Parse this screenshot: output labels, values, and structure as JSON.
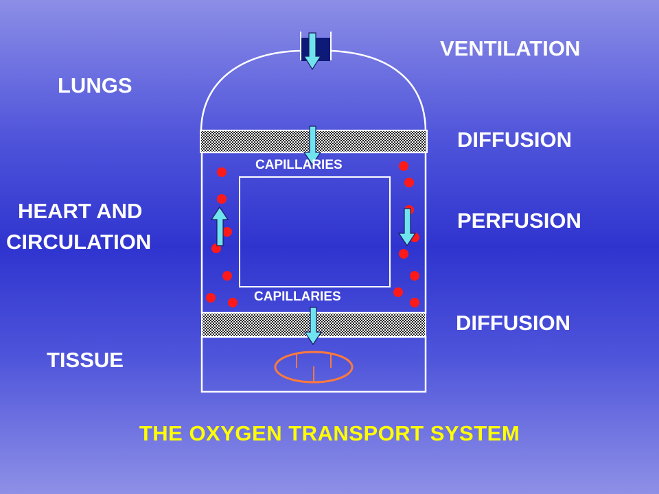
{
  "labels": {
    "ventilation": "VENTILATION",
    "lungs": "LUNGS",
    "diffusion_top": "DIFFUSION",
    "perfusion": "PERFUSION",
    "heart_line1": "HEART  AND",
    "heart_line2": "CIRCULATION",
    "diffusion_bottom": "DIFFUSION",
    "tissue": "TISSUE",
    "capillaries_top": "CAPILLARIES",
    "capillaries_bottom": "CAPILLARIES"
  },
  "title": "THE  OXYGEN  TRANSPORT  SYSTEM",
  "colors": {
    "outline": "#ffffff",
    "arrow_fill": "#6fe3ee",
    "arrow_stroke": "#1a1a60",
    "blood_cell": "#ff1a1a",
    "mitochondrion": "#ff7a3a",
    "inlet": "#0d1a78",
    "title": "#ffff00"
  }
}
